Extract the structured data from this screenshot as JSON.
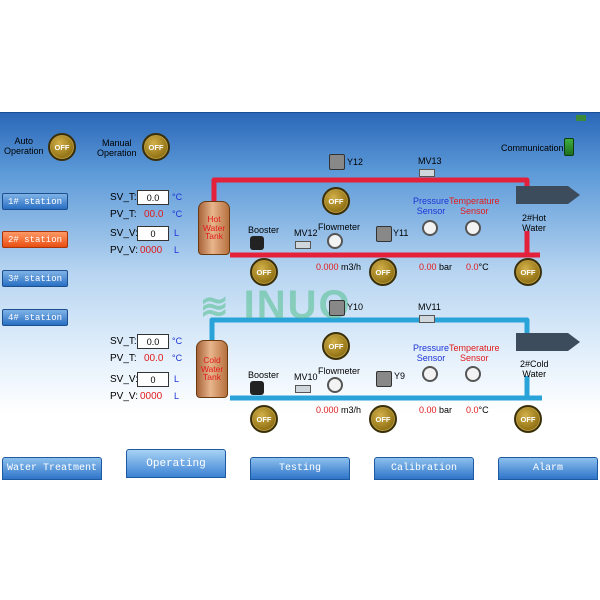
{
  "header": {
    "auto_label_1": "Auto",
    "auto_label_2": "Operation",
    "manual_label_1": "Manual",
    "manual_label_2": "Operation",
    "communication": "Communication",
    "off": "OFF"
  },
  "stations": [
    "1# station",
    "2# station",
    "3# station",
    "4# station"
  ],
  "hot": {
    "sv_t_label": "SV_T:",
    "sv_t": "0.0",
    "t_unit": "°C",
    "pv_t_label": "PV_T:",
    "pv_t": "00.0",
    "sv_v_label": "SV_V:",
    "sv_v": "0",
    "v_unit": "L",
    "pv_v_label": "PV_V:",
    "pv_v": "0000",
    "tank_1": "Hot",
    "tank_2": "Water",
    "tank_3": "Tank",
    "booster": "Booster",
    "mv_a": "MV12",
    "flowmeter": "Flowmeter",
    "y_top": "Y12",
    "y_mid": "Y11",
    "mv_top": "MV13",
    "pressure_1": "Pressure",
    "pressure_2": "Sensor",
    "temp_1": "Temperature",
    "temp_2": "Sensor",
    "flow_value": "0.000",
    "flow_unit": "m3/h",
    "pressure_value": "0.00",
    "pressure_unit": "bar",
    "temp_value": "0.0",
    "temp_unit": "°C",
    "outlet_1": "2#Hot",
    "outlet_2": "Water"
  },
  "cold": {
    "sv_t_label": "SV_T:",
    "sv_t": "0.0",
    "t_unit": "°C",
    "pv_t_label": "PV_T:",
    "pv_t": "00.0",
    "sv_v_label": "SV_V:",
    "sv_v": "0",
    "v_unit": "L",
    "pv_v_label": "PV_V:",
    "pv_v": "0000",
    "tank_1": "Cold",
    "tank_2": "Water",
    "tank_3": "Tank",
    "booster": "Booster",
    "mv_a": "MV10",
    "flowmeter": "Flowmeter",
    "y_top": "Y10",
    "y_mid": "Y9",
    "mv_top": "MV11",
    "pressure_1": "Pressure",
    "pressure_2": "Sensor",
    "temp_1": "Temperature",
    "temp_2": "Sensor",
    "flow_value": "0.000",
    "flow_unit": "m3/h",
    "pressure_value": "0.00",
    "pressure_unit": "bar",
    "temp_value": "0.0",
    "temp_unit": "°C",
    "outlet_1": "2#Cold",
    "outlet_2": "Water"
  },
  "watermark": "INUO",
  "tabs": [
    "Water Treatment",
    "Operating",
    "Testing",
    "Calibration",
    "Alarm"
  ],
  "colors": {
    "hot_pipe": "#e4213a",
    "cold_pipe": "#2aa4d8",
    "active_station": "#e84f12"
  }
}
